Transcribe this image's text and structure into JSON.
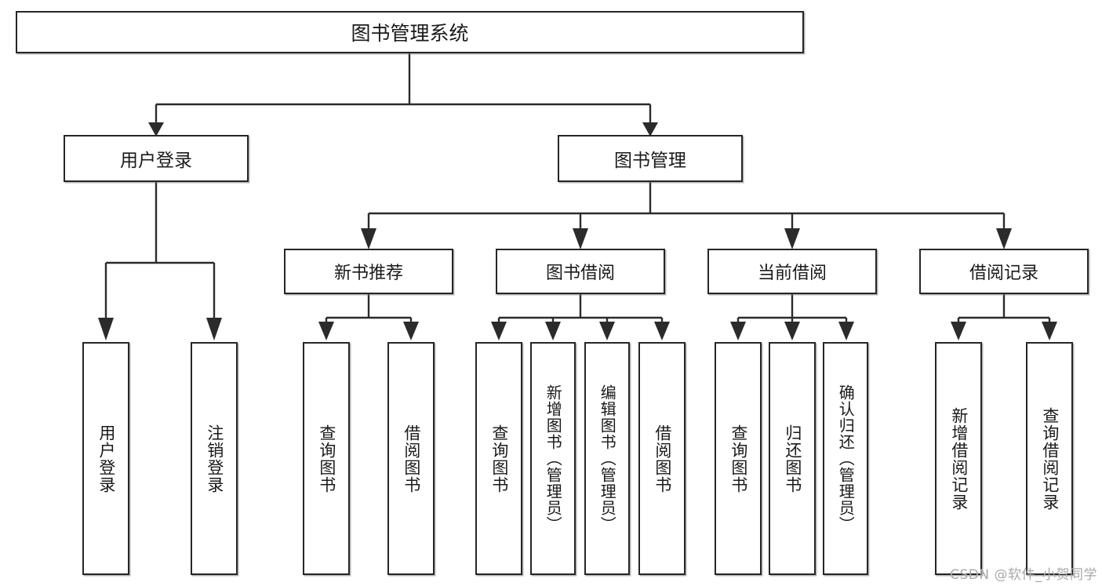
{
  "diagram": {
    "title": "图书管理系统",
    "watermark": "CSDN @软件_小贺同学",
    "root": {
      "label": "图书管理系统"
    },
    "level1": [
      {
        "label": "用户登录"
      },
      {
        "label": "图书管理"
      }
    ],
    "level2": [
      {
        "label": "新书推荐"
      },
      {
        "label": "图书借阅"
      },
      {
        "label": "当前借阅"
      },
      {
        "label": "借阅记录"
      }
    ],
    "leaves": {
      "user_login": [
        {
          "label": "用户登录"
        },
        {
          "label": "注销登录"
        }
      ],
      "new_book_recommend": [
        {
          "label": "查询图书"
        },
        {
          "label": "借阅图书"
        }
      ],
      "book_borrow": [
        {
          "label": "查询图书"
        },
        {
          "label": "新增图书（管理员）"
        },
        {
          "label": "编辑图书（管理员）"
        },
        {
          "label": "借阅图书"
        }
      ],
      "current_borrow": [
        {
          "label": "查询图书"
        },
        {
          "label": "归还图书"
        },
        {
          "label": "确认归还（管理员）"
        }
      ],
      "borrow_record": [
        {
          "label": "新增借阅记录"
        },
        {
          "label": "查询借阅记录"
        }
      ]
    },
    "colors": {
      "stroke": "#262626",
      "background": "#ffffff",
      "text": "#1a1a1a",
      "watermark": "#a9a9a9"
    }
  },
  "chart_data": {
    "type": "table",
    "title": "图书管理系统 功能结构图",
    "nodes": [
      {
        "id": "root",
        "label": "图书管理系统",
        "level": 0,
        "parent": null
      },
      {
        "id": "user_login",
        "label": "用户登录",
        "level": 1,
        "parent": "root"
      },
      {
        "id": "book_manage",
        "label": "图书管理",
        "level": 1,
        "parent": "root"
      },
      {
        "id": "new_book_recommend",
        "label": "新书推荐",
        "level": 2,
        "parent": "book_manage"
      },
      {
        "id": "book_borrow",
        "label": "图书借阅",
        "level": 2,
        "parent": "book_manage"
      },
      {
        "id": "current_borrow",
        "label": "当前借阅",
        "level": 2,
        "parent": "book_manage"
      },
      {
        "id": "borrow_record",
        "label": "借阅记录",
        "level": 2,
        "parent": "book_manage"
      },
      {
        "id": "leaf_user_login_1",
        "label": "用户登录",
        "level": 3,
        "parent": "user_login"
      },
      {
        "id": "leaf_user_login_2",
        "label": "注销登录",
        "level": 3,
        "parent": "user_login"
      },
      {
        "id": "leaf_nbr_1",
        "label": "查询图书",
        "level": 3,
        "parent": "new_book_recommend"
      },
      {
        "id": "leaf_nbr_2",
        "label": "借阅图书",
        "level": 3,
        "parent": "new_book_recommend"
      },
      {
        "id": "leaf_bb_1",
        "label": "查询图书",
        "level": 3,
        "parent": "book_borrow"
      },
      {
        "id": "leaf_bb_2",
        "label": "新增图书（管理员）",
        "level": 3,
        "parent": "book_borrow"
      },
      {
        "id": "leaf_bb_3",
        "label": "编辑图书（管理员）",
        "level": 3,
        "parent": "book_borrow"
      },
      {
        "id": "leaf_bb_4",
        "label": "借阅图书",
        "level": 3,
        "parent": "book_borrow"
      },
      {
        "id": "leaf_cb_1",
        "label": "查询图书",
        "level": 3,
        "parent": "current_borrow"
      },
      {
        "id": "leaf_cb_2",
        "label": "归还图书",
        "level": 3,
        "parent": "current_borrow"
      },
      {
        "id": "leaf_cb_3",
        "label": "确认归还（管理员）",
        "level": 3,
        "parent": "current_borrow"
      },
      {
        "id": "leaf_br_1",
        "label": "新增借阅记录",
        "level": 3,
        "parent": "borrow_record"
      },
      {
        "id": "leaf_br_2",
        "label": "查询借阅记录",
        "level": 3,
        "parent": "borrow_record"
      }
    ]
  }
}
